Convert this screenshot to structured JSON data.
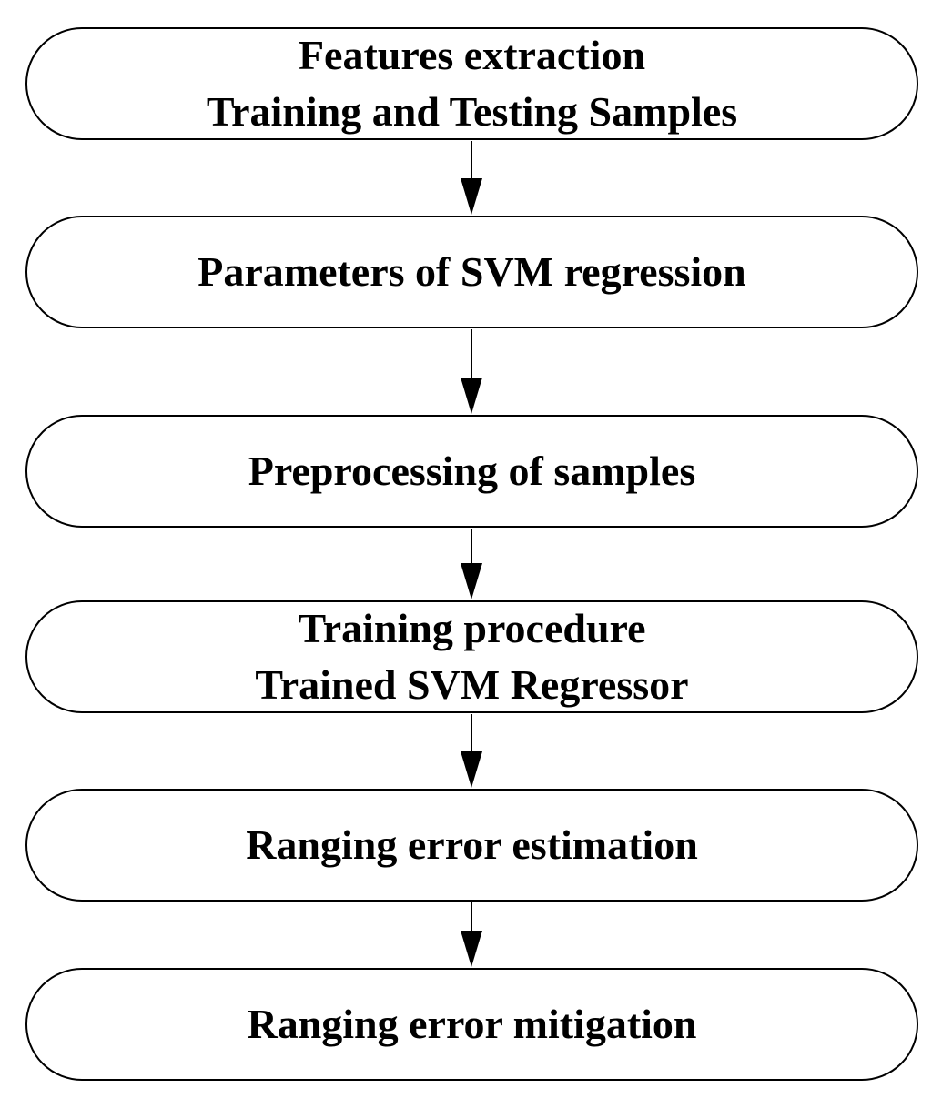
{
  "steps": [
    {
      "lines": [
        "Features extraction",
        "Training and Testing Samples"
      ]
    },
    {
      "lines": [
        "Parameters of SVM regression"
      ]
    },
    {
      "lines": [
        "Preprocessing of samples"
      ]
    },
    {
      "lines": [
        "Training procedure",
        "Trained SVM Regressor"
      ]
    },
    {
      "lines": [
        "Ranging error estimation"
      ]
    },
    {
      "lines": [
        "Ranging error mitigation"
      ]
    }
  ],
  "colors": {
    "stroke": "#000000",
    "fill": "#ffffff",
    "text": "#000000"
  }
}
